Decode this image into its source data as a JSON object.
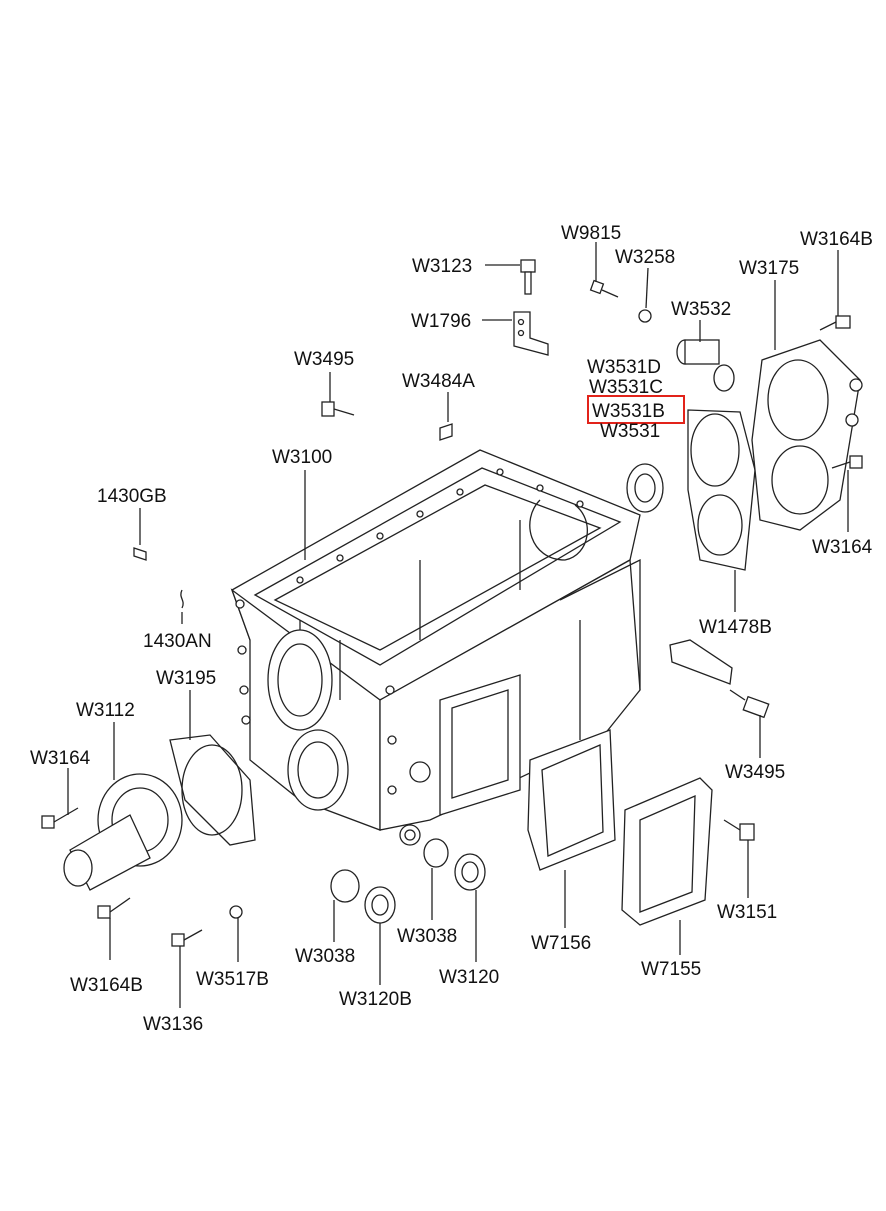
{
  "diagram": {
    "highlight_color": "#e2231a",
    "labels": {
      "w9815": "W9815",
      "w3164b_top": "W3164B",
      "w3123": "W3123",
      "w3258": "W3258",
      "w3175": "W3175",
      "w3532": "W3532",
      "w1796": "W1796",
      "w3495_top": "W3495",
      "w3531d": "W3531D",
      "w3484a": "W3484A",
      "w3531c": "W3531C",
      "w3531b": "W3531B",
      "w3531": "W3531",
      "w3100": "W3100",
      "1430gb": "1430GB",
      "w3164_right": "W3164",
      "w1478b": "W1478B",
      "1430an": "1430AN",
      "w3195": "W3195",
      "w3112": "W3112",
      "w3495_right": "W3495",
      "w3164_left": "W3164",
      "w3151": "W3151",
      "w3038_right": "W3038",
      "w7156": "W7156",
      "w3038_left": "W3038",
      "w7155": "W7155",
      "w3164b_bottom": "W3164B",
      "w3517b": "W3517B",
      "w3120": "W3120",
      "w3120b": "W3120B",
      "w3136": "W3136"
    }
  }
}
